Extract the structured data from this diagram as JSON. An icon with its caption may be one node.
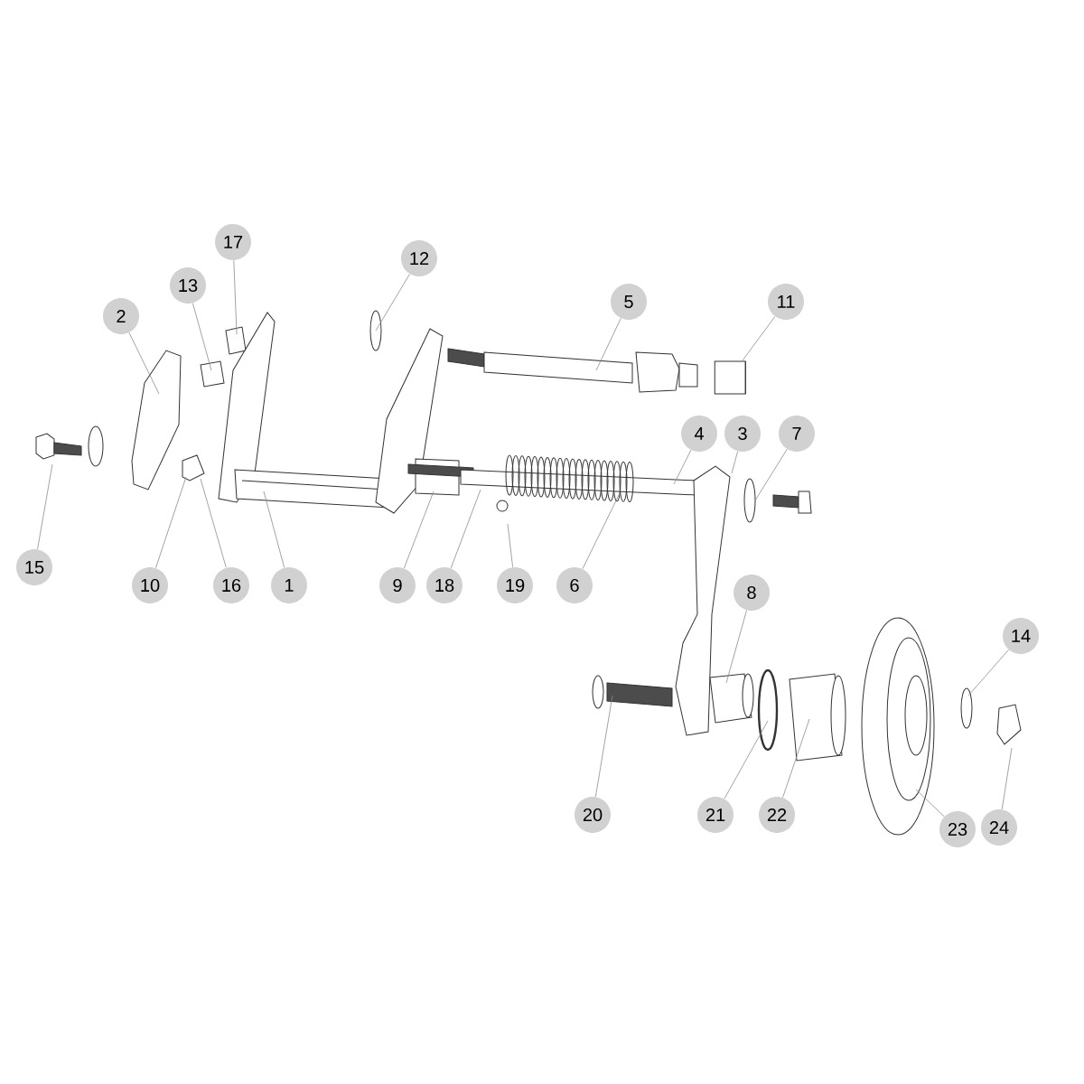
{
  "diagram": {
    "nodes": [
      {
        "text": [
          "17"
        ]
      },
      {
        "text": [
          "12"
        ]
      },
      {
        "text": [
          "13"
        ]
      },
      {
        "text": [
          "5"
        ]
      },
      {
        "text": [
          "11"
        ]
      },
      {
        "text": [
          "2"
        ]
      },
      {
        "text": [
          "4"
        ]
      },
      {
        "text": [
          "3"
        ]
      },
      {
        "text": [
          "7"
        ]
      },
      {
        "text": [
          "15"
        ]
      },
      {
        "text": [
          "10"
        ]
      },
      {
        "text": [
          "16"
        ]
      },
      {
        "text": [
          "1"
        ]
      },
      {
        "text": [
          "9"
        ]
      },
      {
        "text": [
          "18"
        ]
      },
      {
        "text": [
          "19"
        ]
      },
      {
        "text": [
          "6"
        ]
      },
      {
        "text": [
          "8"
        ]
      },
      {
        "text": [
          "14"
        ]
      },
      {
        "text": [
          "20"
        ]
      },
      {
        "text": [
          "21"
        ]
      },
      {
        "text": [
          "22"
        ]
      },
      {
        "text": [
          "23"
        ]
      },
      {
        "text": [
          "24"
        ]
      },
      {
        "text": [],
        "shape": "cylinder"
      }
    ],
    "edges": [
      {
        "from": 0,
        "to": null,
        "arrow": "none"
      },
      {
        "from": 1,
        "to": null,
        "arrow": "none"
      },
      {
        "from": 2,
        "to": null,
        "arrow": "none"
      },
      {
        "from": 3,
        "to": null,
        "arrow": "none"
      },
      {
        "from": 4,
        "to": 24,
        "arrow": "none"
      },
      {
        "from": 5,
        "to": null,
        "arrow": "none"
      },
      {
        "from": 6,
        "to": null,
        "arrow": "none"
      },
      {
        "from": 7,
        "to": null,
        "arrow": "none"
      },
      {
        "from": 8,
        "to": null,
        "arrow": "none"
      },
      {
        "from": 9,
        "to": null,
        "arrow": "none"
      },
      {
        "from": 10,
        "to": null,
        "arrow": "none"
      },
      {
        "from": 11,
        "to": null,
        "arrow": "none"
      },
      {
        "from": 12,
        "to": null,
        "arrow": "none"
      },
      {
        "from": 13,
        "to": null,
        "arrow": "none"
      },
      {
        "from": 14,
        "to": null,
        "arrow": "none"
      },
      {
        "from": 15,
        "to": null,
        "arrow": "none"
      },
      {
        "from": 16,
        "to": null,
        "arrow": "none"
      },
      {
        "from": 17,
        "to": null,
        "arrow": "none"
      },
      {
        "from": 18,
        "to": null,
        "arrow": "none"
      },
      {
        "from": 19,
        "to": null,
        "arrow": "none"
      },
      {
        "from": 20,
        "to": null,
        "arrow": "none"
      },
      {
        "from": 21,
        "to": null,
        "arrow": "none"
      },
      {
        "from": 22,
        "to": null,
        "arrow": "none"
      },
      {
        "from": 23,
        "to": null,
        "arrow": "none"
      }
    ]
  }
}
